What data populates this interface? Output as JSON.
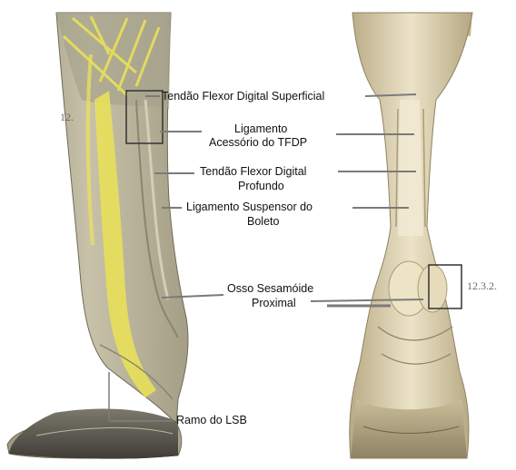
{
  "labels": {
    "superficial_flexor": "Tendão Flexor Digital Superficial",
    "accessory_ligament_line1": "Ligamento",
    "accessory_ligament_line2": "Acessório do TFDP",
    "deep_flexor_line1": "Tendão Flexor Digital",
    "deep_flexor_line2": "Profundo",
    "suspensory_line1": "Ligamento Suspensor do",
    "suspensory_line2": "Boleto",
    "sesamoid_line1": "Osso Sesamóide",
    "sesamoid_line2": "Proximal",
    "lsb_branch": "Ramo  do LSB"
  },
  "figure_refs": {
    "left": "12.",
    "right": "12.3.2."
  },
  "colors": {
    "tendon_yellow": "#e8e05a",
    "skin_left": "#b7b09a",
    "bone_right": "#ddd1b0",
    "leader_line": "#7a7a7a",
    "hoof_dark": "#4c4a42"
  }
}
